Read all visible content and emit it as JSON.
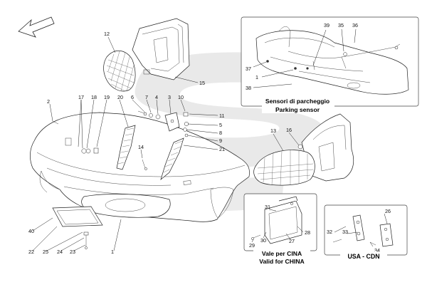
{
  "diagram": {
    "inset_sensors": {
      "title_it": "Sensori di parcheggio",
      "title_en": "Parking sensor",
      "callouts": [
        "39",
        "35",
        "36",
        "37",
        "1",
        "38"
      ]
    },
    "inset_china": {
      "caption_it": "Vale per CINA",
      "caption_en": "Valid for CHINA",
      "callouts": [
        "31",
        "28",
        "30",
        "27",
        "29"
      ]
    },
    "inset_usa": {
      "caption": "USA - CDN",
      "callouts": [
        "26",
        "32",
        "33",
        "34"
      ]
    },
    "main_callouts": [
      "12",
      "15",
      "2",
      "17",
      "18",
      "19",
      "20",
      "6",
      "7",
      "4",
      "3",
      "10",
      "11",
      "5",
      "8",
      "9",
      "21",
      "14",
      "13",
      "16",
      "40",
      "22",
      "25",
      "24",
      "23",
      "1"
    ],
    "watermark_color": "#e6e6e6",
    "line_color": "#222222"
  }
}
